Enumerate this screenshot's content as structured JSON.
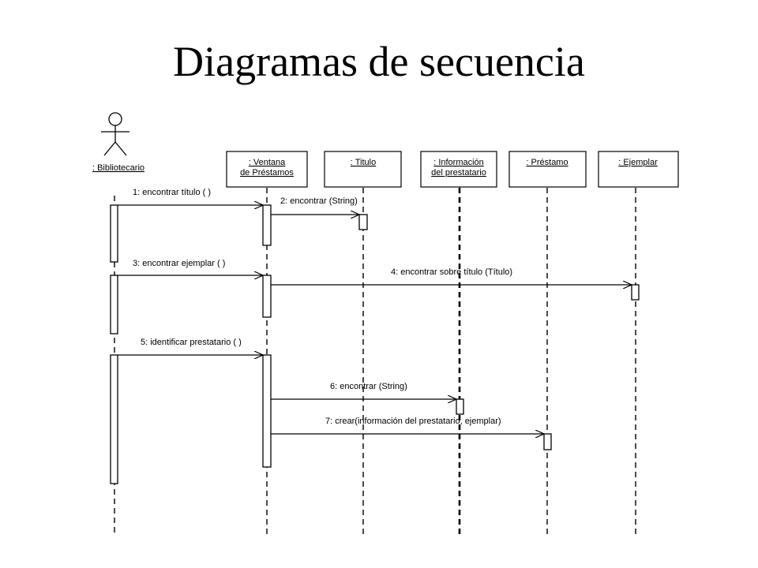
{
  "slide": {
    "title": "Diagramas de secuencia"
  },
  "actor": {
    "label": ": Bibliotecario"
  },
  "objects": [
    {
      "id": "ventana",
      "line1": ": Ventana",
      "line2": "de Préstamos"
    },
    {
      "id": "titulo",
      "line1": ": Titulo",
      "line2": ""
    },
    {
      "id": "info",
      "line1": ": Información",
      "line2": "del prestatario"
    },
    {
      "id": "prestamo",
      "line1": ": Préstamo",
      "line2": ""
    },
    {
      "id": "ejemplar",
      "line1": ": Ejemplar",
      "line2": ""
    }
  ],
  "messages": [
    {
      "n": 1,
      "text": "1: encontrar título ( )"
    },
    {
      "n": 2,
      "text": "2: encontrar  (String)"
    },
    {
      "n": 3,
      "text": "3: encontrar ejemplar ( )"
    },
    {
      "n": 4,
      "text": "4: encontrar sobre título (Título)"
    },
    {
      "n": 5,
      "text": "5: identificar prestatario ( )"
    },
    {
      "n": 6,
      "text": "6: encontrar (String)"
    },
    {
      "n": 7,
      "text": "7: crear(información del prestatario, ejemplar)"
    }
  ]
}
